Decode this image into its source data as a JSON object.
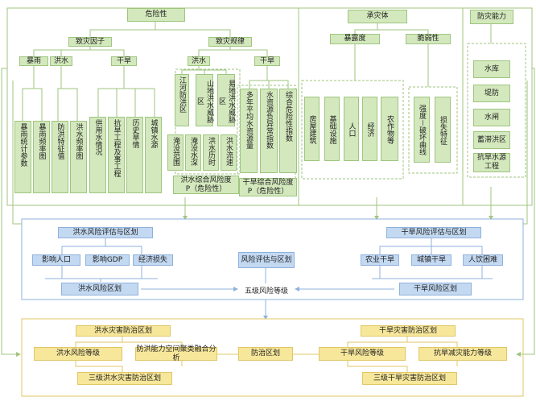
{
  "hazard": {
    "title": "危险性",
    "factors": "致灾因子",
    "rainstorm": "暴雨",
    "flood": "洪水",
    "drought": "干旱",
    "rain_stats": "暴雨统计参数",
    "rain_freq": "暴雨频率图",
    "flood_feat": "防洪特征值",
    "flood_freq": "洪水频率图",
    "water_supply": "供用水情况",
    "drought_eng": "抗旱工程及事工程",
    "hist_drought": "历史旱情",
    "city_source": "城镇水源",
    "pattern": "致灾规律",
    "flood2": "洪水",
    "drought2": "干旱",
    "river_zone": "江河防洪区",
    "mtn_zone": "山地洪水威胁区",
    "plain_zone": "易地洪水威胁区",
    "inund_range": "淹没范围",
    "inund_depth": "淹没水深",
    "flood_dur": "洪水历时",
    "flood_vel": "洪水流速",
    "avg_water": "多年平均水资源量",
    "water_anom": "水资源负异常指数",
    "drought_idx": "综合危险性指数",
    "flood_comp": "洪水综合风险度\nP（危险性）",
    "drought_comp": "干旱综合风险度\nP（危险性）"
  },
  "carrier": {
    "title": "承灾体",
    "exposure": "暴露度",
    "vulner": "脆弱性",
    "houses": "房屋建筑",
    "infra": "基础设施",
    "pop": "人口",
    "econ": "经济",
    "crops": "农作物等",
    "damage_curve": "强度－破坏曲线",
    "loss_feat": "损失特征"
  },
  "capacity": {
    "title": "防灾能力",
    "reservoir": "水库",
    "dike": "堤防",
    "sluice": "水闸",
    "detention": "蓄滞洪区",
    "drought_src": "抗旱水源工程"
  },
  "middle": {
    "flood_assess": "洪水风险评估与区划",
    "drought_assess": "干旱风险评估与区划",
    "affected_pop": "影响人口",
    "affected_gdp": "影响GDP",
    "econ_loss": "经济损失",
    "risk_assess": "风险评估与区划",
    "agri_drought": "农业干旱",
    "urban_drought": "城镇干旱",
    "drinking": "人饮困难",
    "flood_zone": "洪水风险区划",
    "five_levels": "五级风险等级",
    "drought_zone": "干旱风险区划"
  },
  "bottom": {
    "flood_prev": "洪水灾害防治区划",
    "drought_prev": "干旱灾害防治区划",
    "flood_level": "洪水风险等级",
    "flood_cap": "防洪能力空间聚类融合分析",
    "prev_zone": "防治区划",
    "drought_level": "干旱风险等级",
    "drought_cap": "抗旱减灾能力等级",
    "flood_three": "三级洪水灾害防治区划",
    "drought_three": "三级干旱灾害防治区划"
  }
}
